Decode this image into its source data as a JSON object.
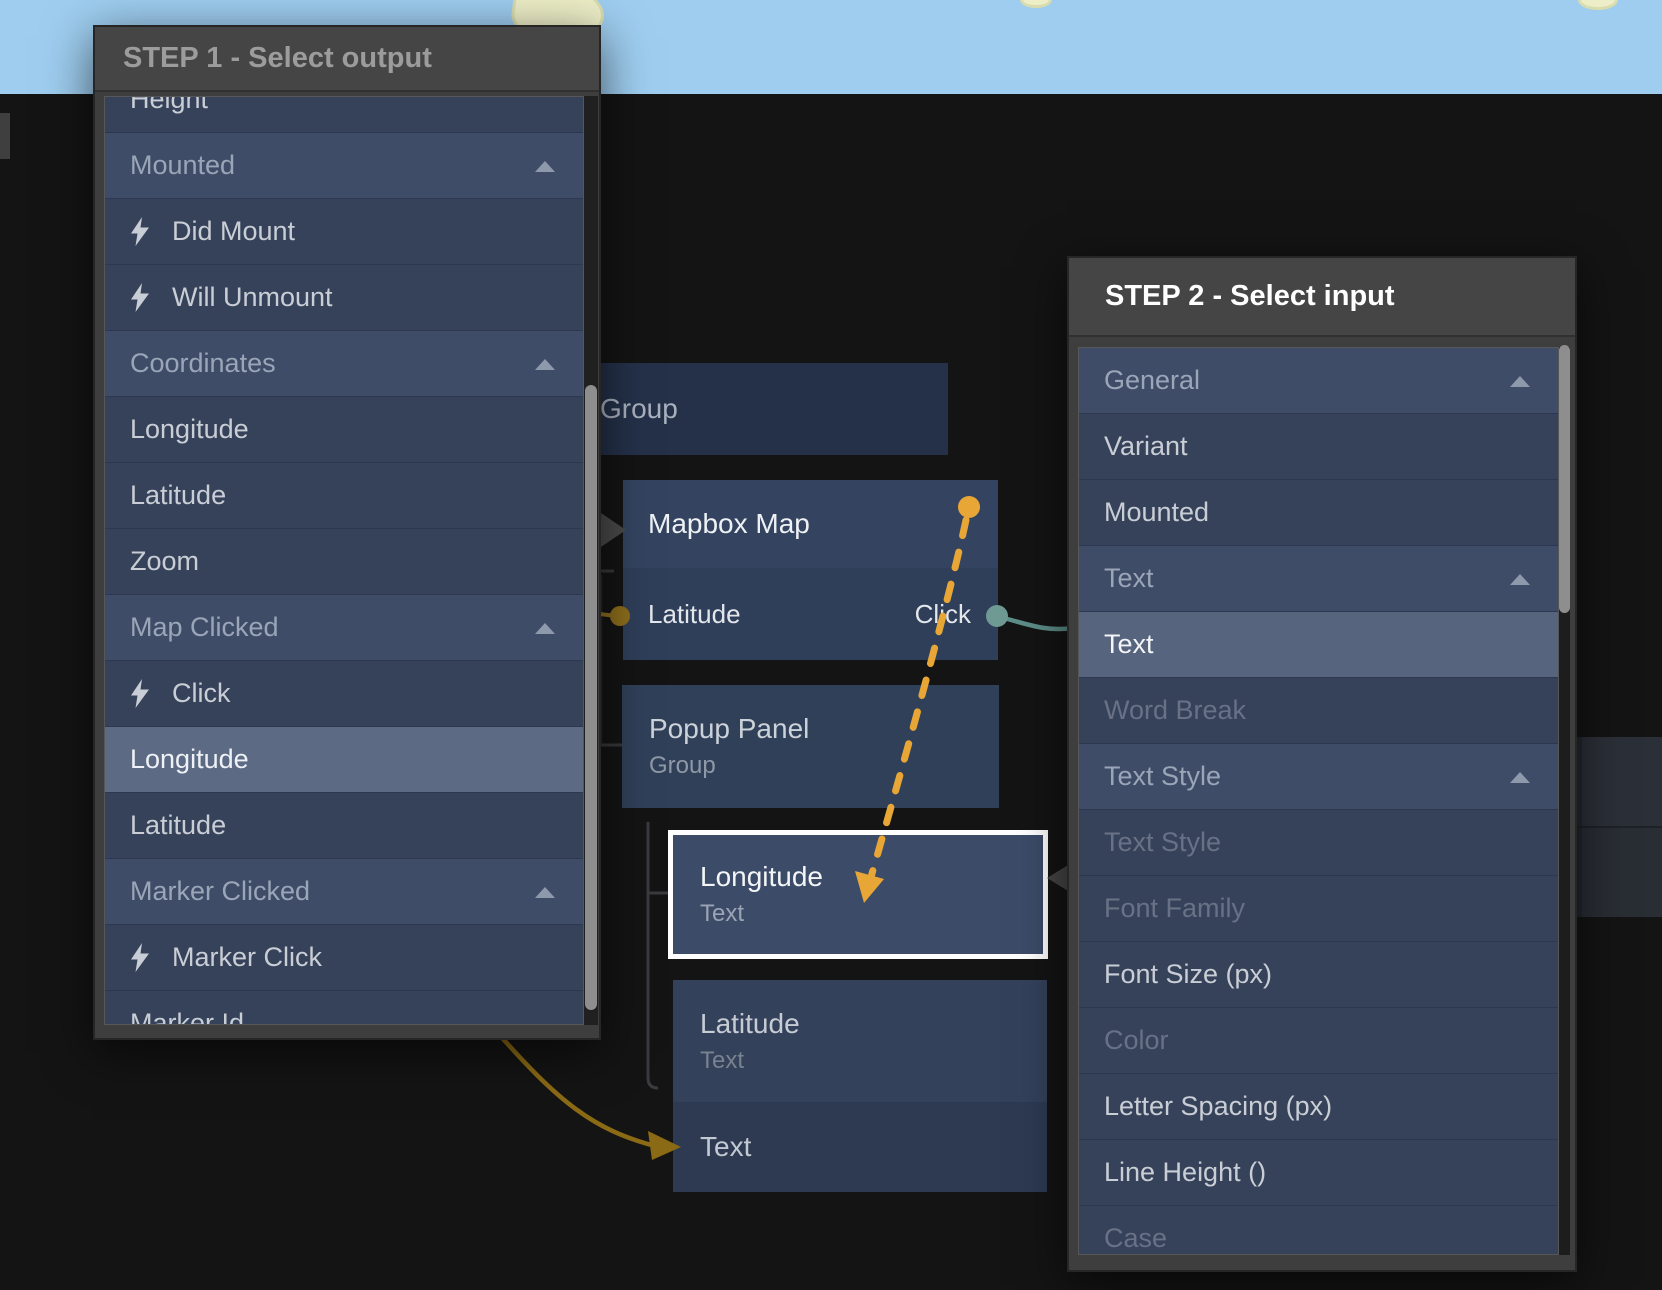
{
  "step1_panel": {
    "title": "STEP 1 - Select output",
    "items": [
      {
        "label": "Height",
        "type": "item"
      },
      {
        "label": "Mounted",
        "type": "category"
      },
      {
        "label": "Did Mount",
        "type": "event"
      },
      {
        "label": "Will Unmount",
        "type": "event"
      },
      {
        "label": "Coordinates",
        "type": "category"
      },
      {
        "label": "Longitude",
        "type": "item"
      },
      {
        "label": "Latitude",
        "type": "item"
      },
      {
        "label": "Zoom",
        "type": "item"
      },
      {
        "label": "Map Clicked",
        "type": "category"
      },
      {
        "label": "Click",
        "type": "event"
      },
      {
        "label": "Longitude",
        "type": "item",
        "state": "hover"
      },
      {
        "label": "Latitude",
        "type": "item"
      },
      {
        "label": "Marker Clicked",
        "type": "category"
      },
      {
        "label": "Marker Click",
        "type": "event"
      },
      {
        "label": "Marker Id",
        "type": "item"
      }
    ]
  },
  "step2_panel": {
    "title": "STEP 2 - Select input",
    "items": [
      {
        "label": "General",
        "type": "category"
      },
      {
        "label": "Variant",
        "type": "item"
      },
      {
        "label": "Mounted",
        "type": "item"
      },
      {
        "label": "Text",
        "type": "category"
      },
      {
        "label": "Text",
        "type": "item",
        "state": "selected"
      },
      {
        "label": "Word Break",
        "type": "item",
        "state": "dimmed"
      },
      {
        "label": "Text Style",
        "type": "category"
      },
      {
        "label": "Text Style",
        "type": "item",
        "state": "dimmed"
      },
      {
        "label": "Font Family",
        "type": "item",
        "state": "dimmed"
      },
      {
        "label": "Font Size (px)",
        "type": "item"
      },
      {
        "label": "Color",
        "type": "item",
        "state": "dimmed"
      },
      {
        "label": "Letter Spacing (px)",
        "type": "item"
      },
      {
        "label": "Line Height ()",
        "type": "item"
      },
      {
        "label": "Case",
        "type": "item",
        "state": "dimmed"
      }
    ]
  },
  "nodes": {
    "group": {
      "title": "Group"
    },
    "mapbox_map": {
      "title": "Mapbox Map",
      "output_port": "Latitude",
      "event_port": "Click"
    },
    "popup_panel": {
      "title": "Popup Panel",
      "subtitle": "Group"
    },
    "longitude": {
      "title": "Longitude",
      "subtitle": "Text"
    },
    "latitude": {
      "title": "Latitude",
      "subtitle": "Text"
    },
    "text": {
      "title": "Text"
    }
  },
  "colors": {
    "accent_yellow": "#e7a636",
    "accent_olive": "#8d6d1c",
    "accent_olive_dark": "#8a6a15",
    "accent_teal": "#6f9a93",
    "teal_line": "#5d8e88",
    "selection_border": "#ffffff",
    "map_sky": "#9ecdef",
    "map_land": "#edeec7"
  }
}
